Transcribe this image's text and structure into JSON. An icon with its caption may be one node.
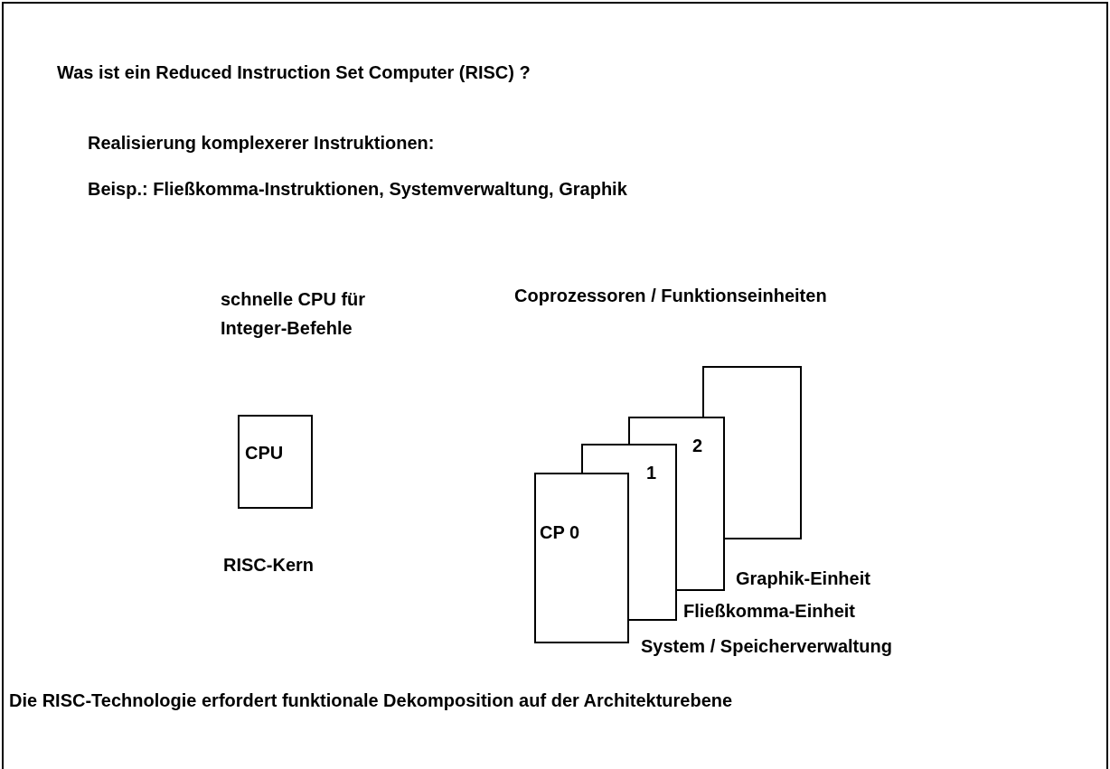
{
  "diagram": {
    "title": "Was ist ein Reduced Instruction Set Computer (RISC) ?",
    "nodes": [
      {
        "text": [
          "CPU"
        ],
        "beside": [
          "RISC-Kern"
        ]
      },
      {
        "text": [
          "CP 0"
        ],
        "beside": [
          "System / Speicherverwaltung"
        ]
      },
      {
        "text": [
          "1"
        ],
        "beside": [
          "Fließkomma-Einheit"
        ]
      },
      {
        "text": [
          "2"
        ],
        "beside": [
          "Graphik-Einheit"
        ]
      },
      {
        "text": [],
        "shape": "box"
      }
    ],
    "edges": [],
    "labels": [
      "Realisierung komplexerer Instruktionen:",
      "Beisp.: Fließkomma-Instruktionen, Systemverwaltung, Graphik",
      "schnelle CPU für Integer-Befehle",
      "Coprozessoren / Funktionseinheiten",
      "Die RISC-Technologie erfordert funktionale Dekomposition auf der Architekturebene"
    ]
  }
}
